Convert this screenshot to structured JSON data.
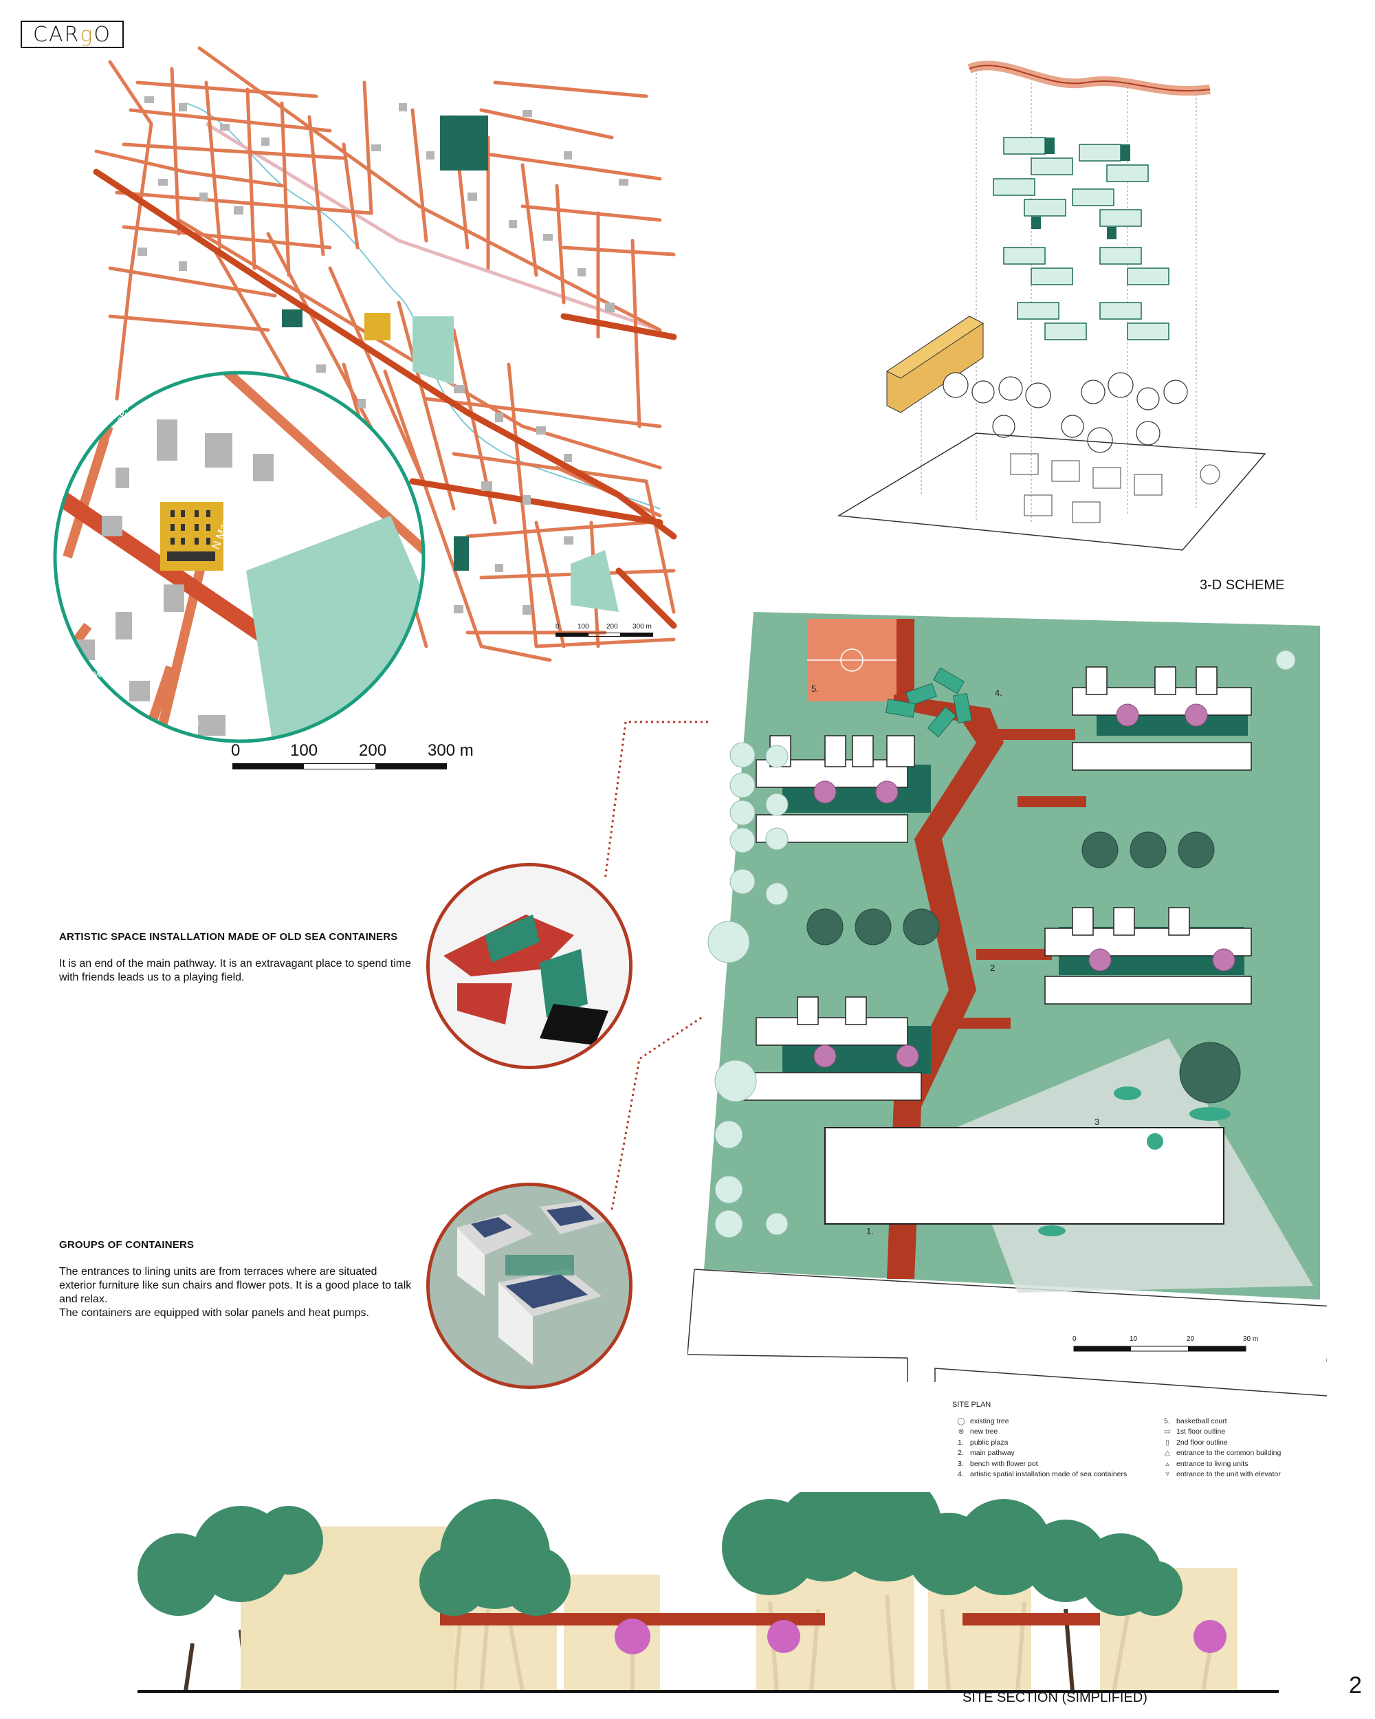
{
  "logo": {
    "text_a": "CAR",
    "text_b": "g",
    "text_c": "O"
  },
  "site_map": {
    "streets": [
      "W Capitol St",
      "Capers Ave",
      "N Magnolia St",
      "Tulane Ave",
      "Lawnview Pl",
      "Magnolia"
    ],
    "scale_small": [
      "0",
      "100",
      "200",
      "300 m"
    ]
  },
  "map_scale": [
    "0",
    "100",
    "200",
    "300 m"
  ],
  "scheme_title": "3-D SCHEME",
  "installation": {
    "title": "ARTISTIC SPACE INSTALLATION MADE OF OLD SEA CONTAINERS",
    "text": "It is an end of the main pathway. It is an extravagant place to spend time with friends leads us to a playing field."
  },
  "groups": {
    "title": "GROUPS OF CONTAINERS",
    "text": "The entrances to lining units are from terraces where are situated exterior furniture like sun chairs and flower pots. It is a good place to talk and relax.",
    "text2": "The containers are equipped with solar panels and heat pumps."
  },
  "plan_labels": {
    "n1": "1.",
    "n2": "2",
    "n3": "3",
    "n4": "4.",
    "n5": "5."
  },
  "plan_scale": [
    "0",
    "10",
    "20",
    "30 m"
  ],
  "legend": {
    "title": "SITE PLAN",
    "left": [
      {
        "sym": "◯",
        "text": "existing tree"
      },
      {
        "sym": "⊗",
        "text": "new tree"
      },
      {
        "num": "1.",
        "text": "public plaza"
      },
      {
        "num": "2.",
        "text": "main pathway"
      },
      {
        "num": "3.",
        "text": "bench with flower pot"
      },
      {
        "num": "4.",
        "text": "artistic spatial installation made of sea containers"
      }
    ],
    "right": [
      {
        "num": "5.",
        "text": "basketball court"
      },
      {
        "sym": "▭",
        "text": "1st floor outline"
      },
      {
        "sym": "▯",
        "text": "2nd floor outline"
      },
      {
        "sym": "△",
        "text": "entrance to the common building"
      },
      {
        "sym": "▵",
        "text": "entrance to living units"
      },
      {
        "sym": "▿",
        "text": "entrance to the unit with elevator"
      }
    ]
  },
  "section_title": "SITE SECTION (SIMPLIFIED)",
  "page_number": "2",
  "colors": {
    "street": "#e07a52",
    "green_dark": "#1f6b5a",
    "green_site": "#7fb79a",
    "mint": "#9fd4c2",
    "gold": "#e0b02a",
    "path_red": "#b23a22",
    "court": "#e88a68"
  }
}
